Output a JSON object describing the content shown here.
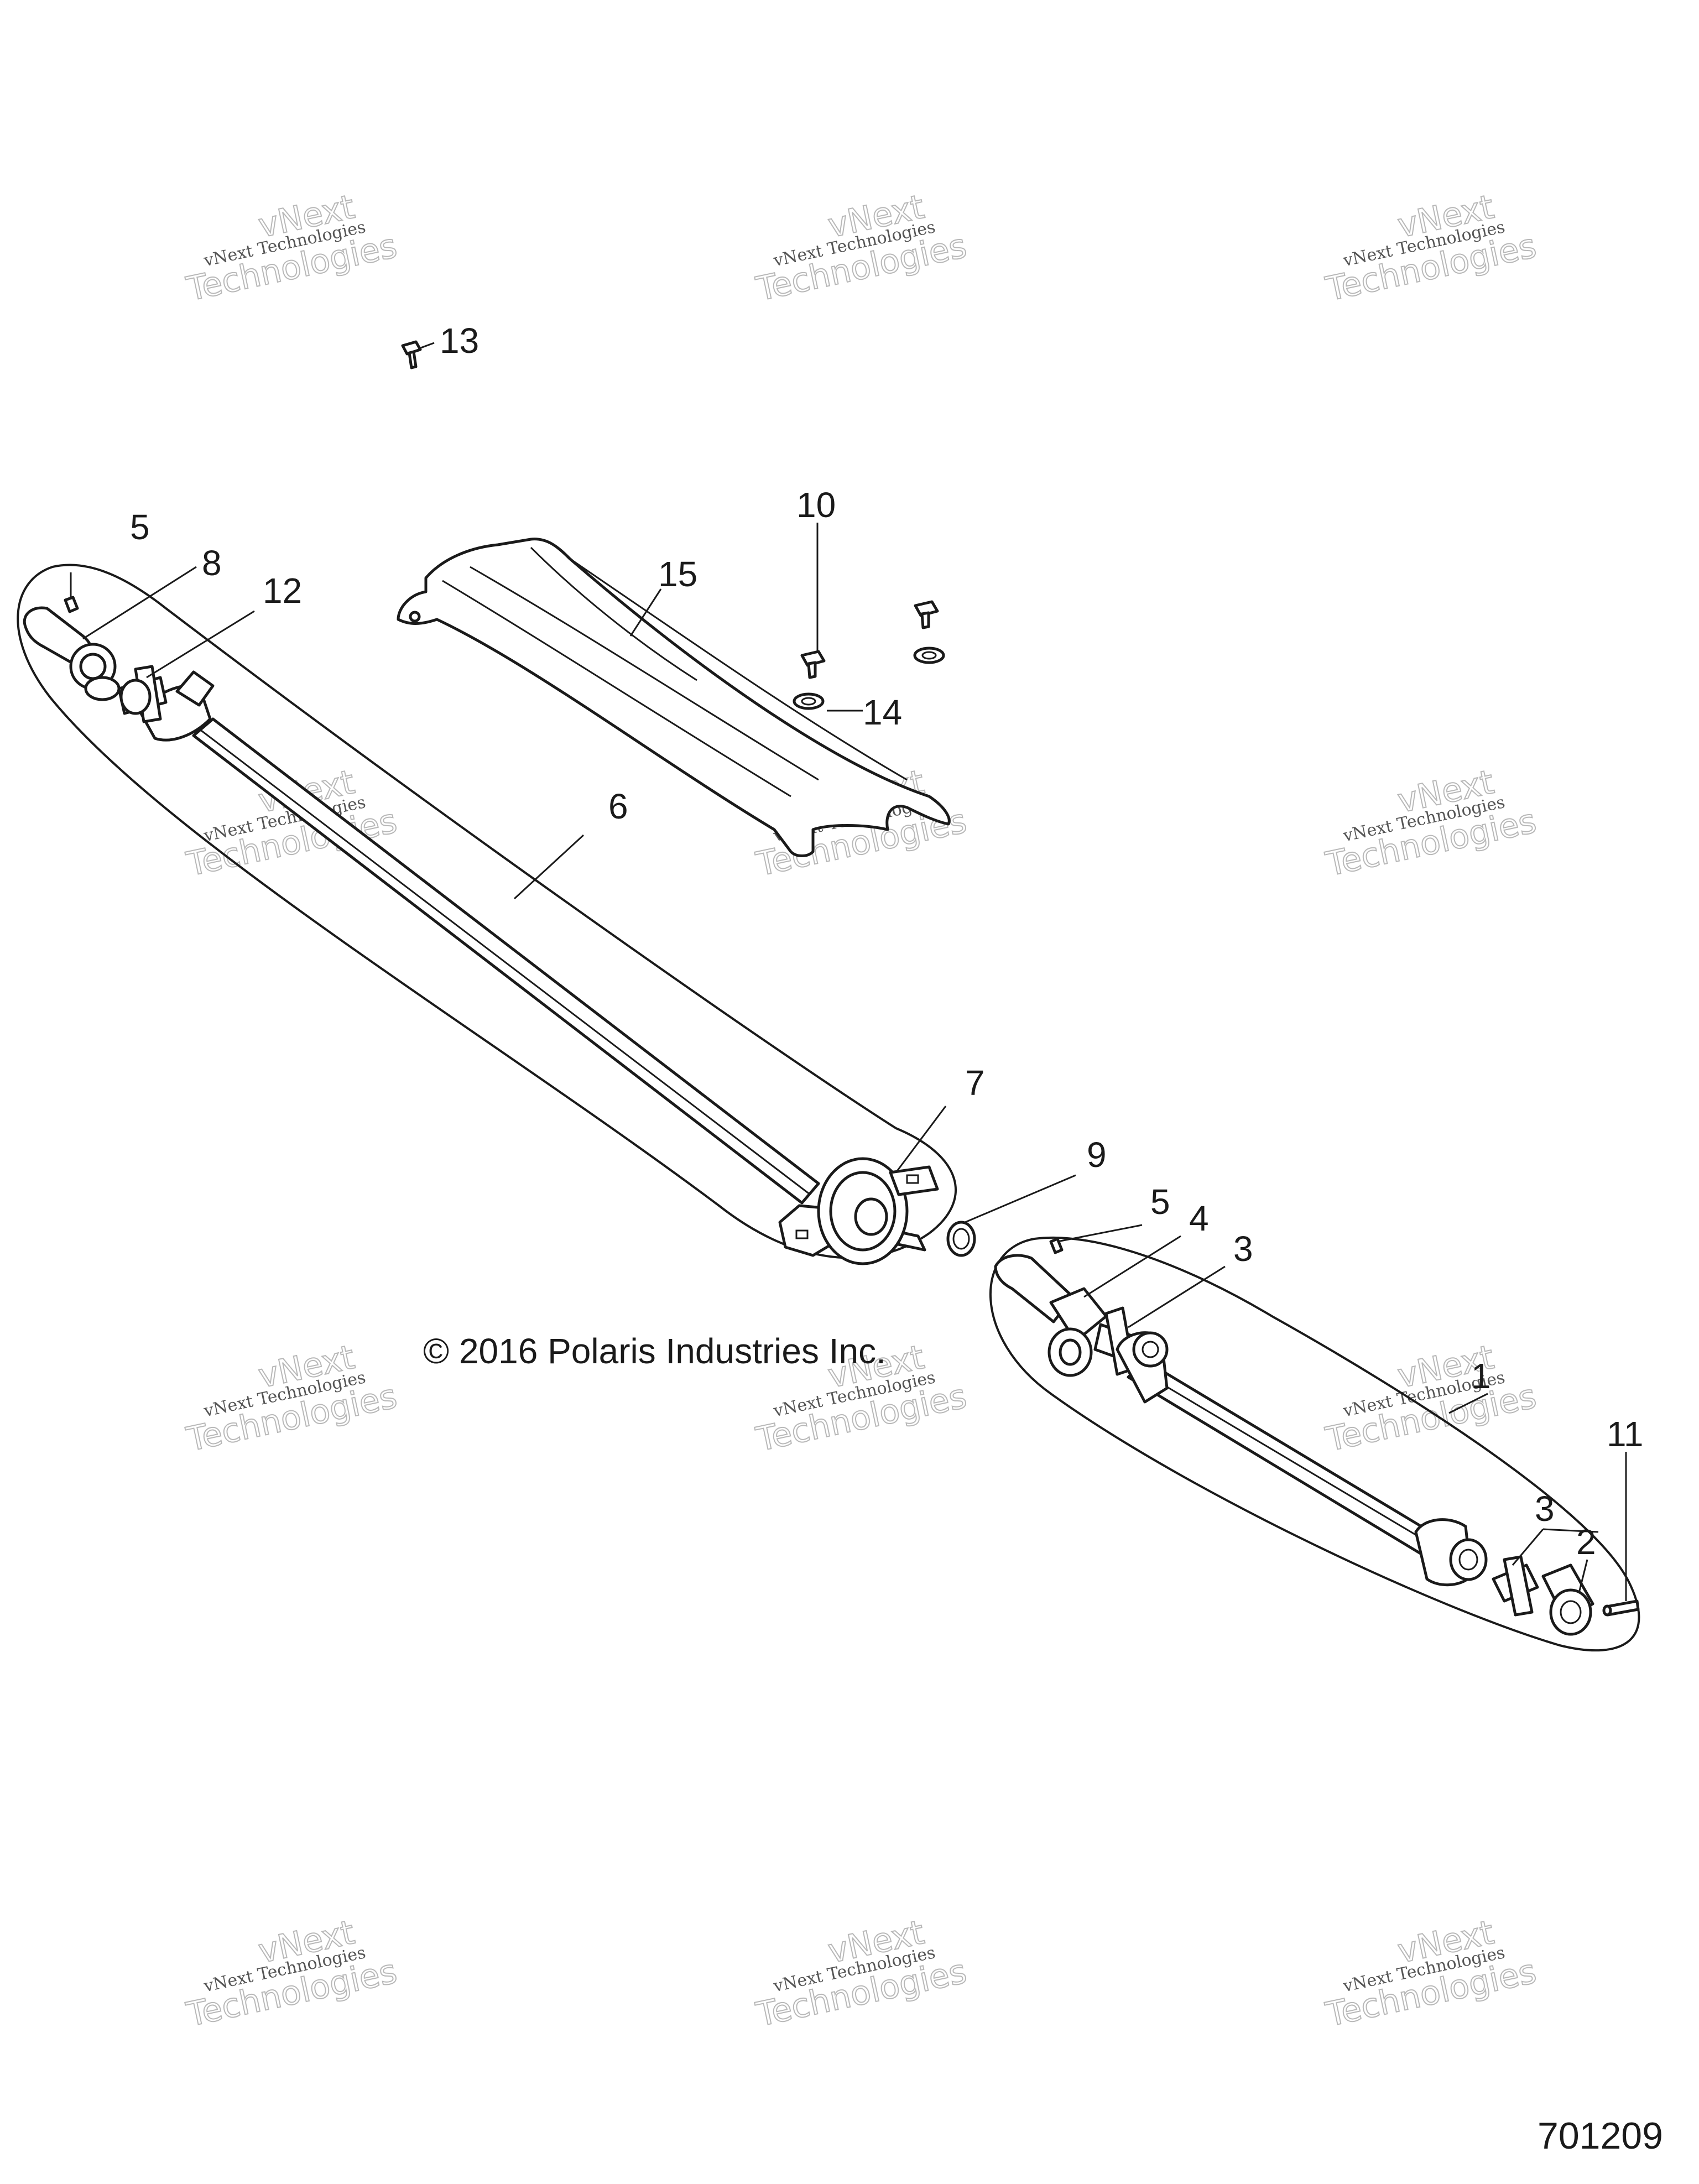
{
  "copyright": "© 2016 Polaris Industries Inc.",
  "figure_number": "701209",
  "watermark": {
    "line1": "vNext Technologies",
    "line2": "vNext",
    "line3": "Technologies"
  },
  "callouts": {
    "c1": "1",
    "c2": "2",
    "c3a": "3",
    "c3b": "3",
    "c4": "4",
    "c5a": "5",
    "c5b": "5",
    "c6": "6",
    "c7": "7",
    "c8": "8",
    "c9": "9",
    "c10": "10",
    "c11": "11",
    "c12": "12",
    "c13": "13",
    "c14": "14",
    "c15": "15"
  }
}
